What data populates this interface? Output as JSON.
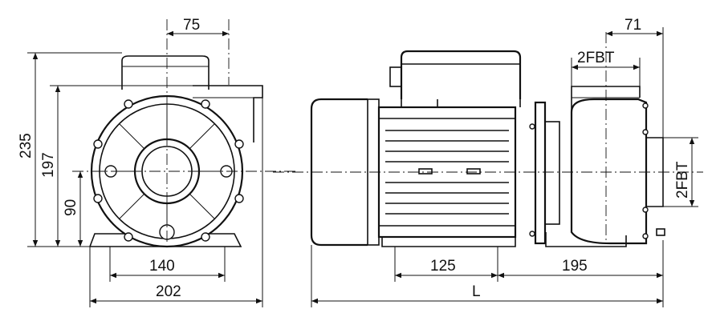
{
  "dimensions": {
    "front_top_offset": "75",
    "front_overall_height": "235",
    "front_shaft_height": "197",
    "front_base_to_center": "90",
    "front_base_bolt_spacing": "140",
    "front_base_width": "202",
    "side_outlet_offset": "71",
    "side_outlet_size": "2FBT",
    "side_inlet_size": "2FBT",
    "side_foot_spacing": "125",
    "side_pump_length": "195",
    "side_overall_length": "L"
  }
}
